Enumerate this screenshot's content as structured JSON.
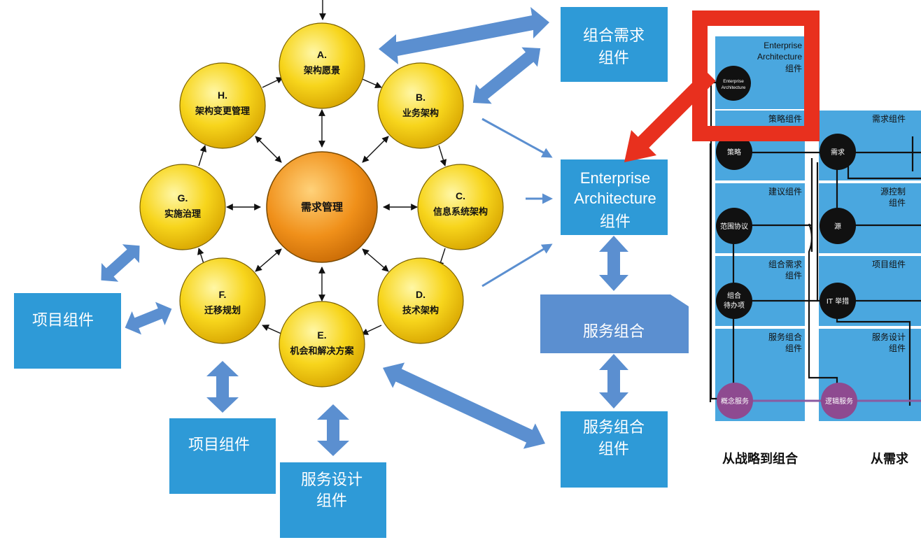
{
  "cycle": {
    "center": "需求管理",
    "nodes": [
      {
        "letter": "A.",
        "label": "架构愿景"
      },
      {
        "letter": "B.",
        "label": "业务架构"
      },
      {
        "letter": "C.",
        "label": "信息系统架构"
      },
      {
        "letter": "D.",
        "label": "技术架构"
      },
      {
        "letter": "E.",
        "label": "机会和解决方案"
      },
      {
        "letter": "F.",
        "label": "迁移规划"
      },
      {
        "letter": "G.",
        "label": "实施治理"
      },
      {
        "letter": "H.",
        "label": "架构变更管理"
      }
    ]
  },
  "boxes": {
    "portfolio_req": {
      "line1": "组合需求",
      "line2": "组件"
    },
    "ea": {
      "line1": "Enterprise",
      "line2": "Architecture",
      "line3": "组件"
    },
    "service_portfolio": "服务组合",
    "service_portfolio_comp": {
      "line1": "服务组合",
      "line2": "组件"
    },
    "project_left": "项目组件",
    "project_bottom": "项目组件",
    "service_design": {
      "line1": "服务设计",
      "line2": "组件"
    }
  },
  "panel": {
    "ea": {
      "line1": "Enterprise",
      "line2": "Architecture",
      "line3": "组件"
    },
    "ea_dot": {
      "line1": "Enterprise",
      "line2": "Architecture"
    },
    "left_lanes": [
      "策略组件",
      "建议组件",
      "组合需求",
      "组件",
      "服务组合",
      "组件"
    ],
    "right_lanes": [
      "需求组件",
      "源控制",
      "组件",
      "项目组件",
      "服务设计",
      "组件"
    ],
    "dots": [
      "策略",
      "需求",
      "范围协议",
      "源",
      "组合",
      "待办项",
      "IT 举措",
      "概念服务",
      "逻辑服务"
    ],
    "captions": [
      "从战略到组合",
      "从需求"
    ]
  },
  "colors": {
    "box_blue": "#2e9ad7",
    "arrow_blue": "#5b8fd0",
    "node_yellow": "#f7d51c",
    "center_orange": "#f0901a",
    "highlight_red": "#e8301e",
    "lane_blue": "#4aa7df",
    "dot_purple": "#8e4a90",
    "line_purple": "#8a5aa0"
  }
}
